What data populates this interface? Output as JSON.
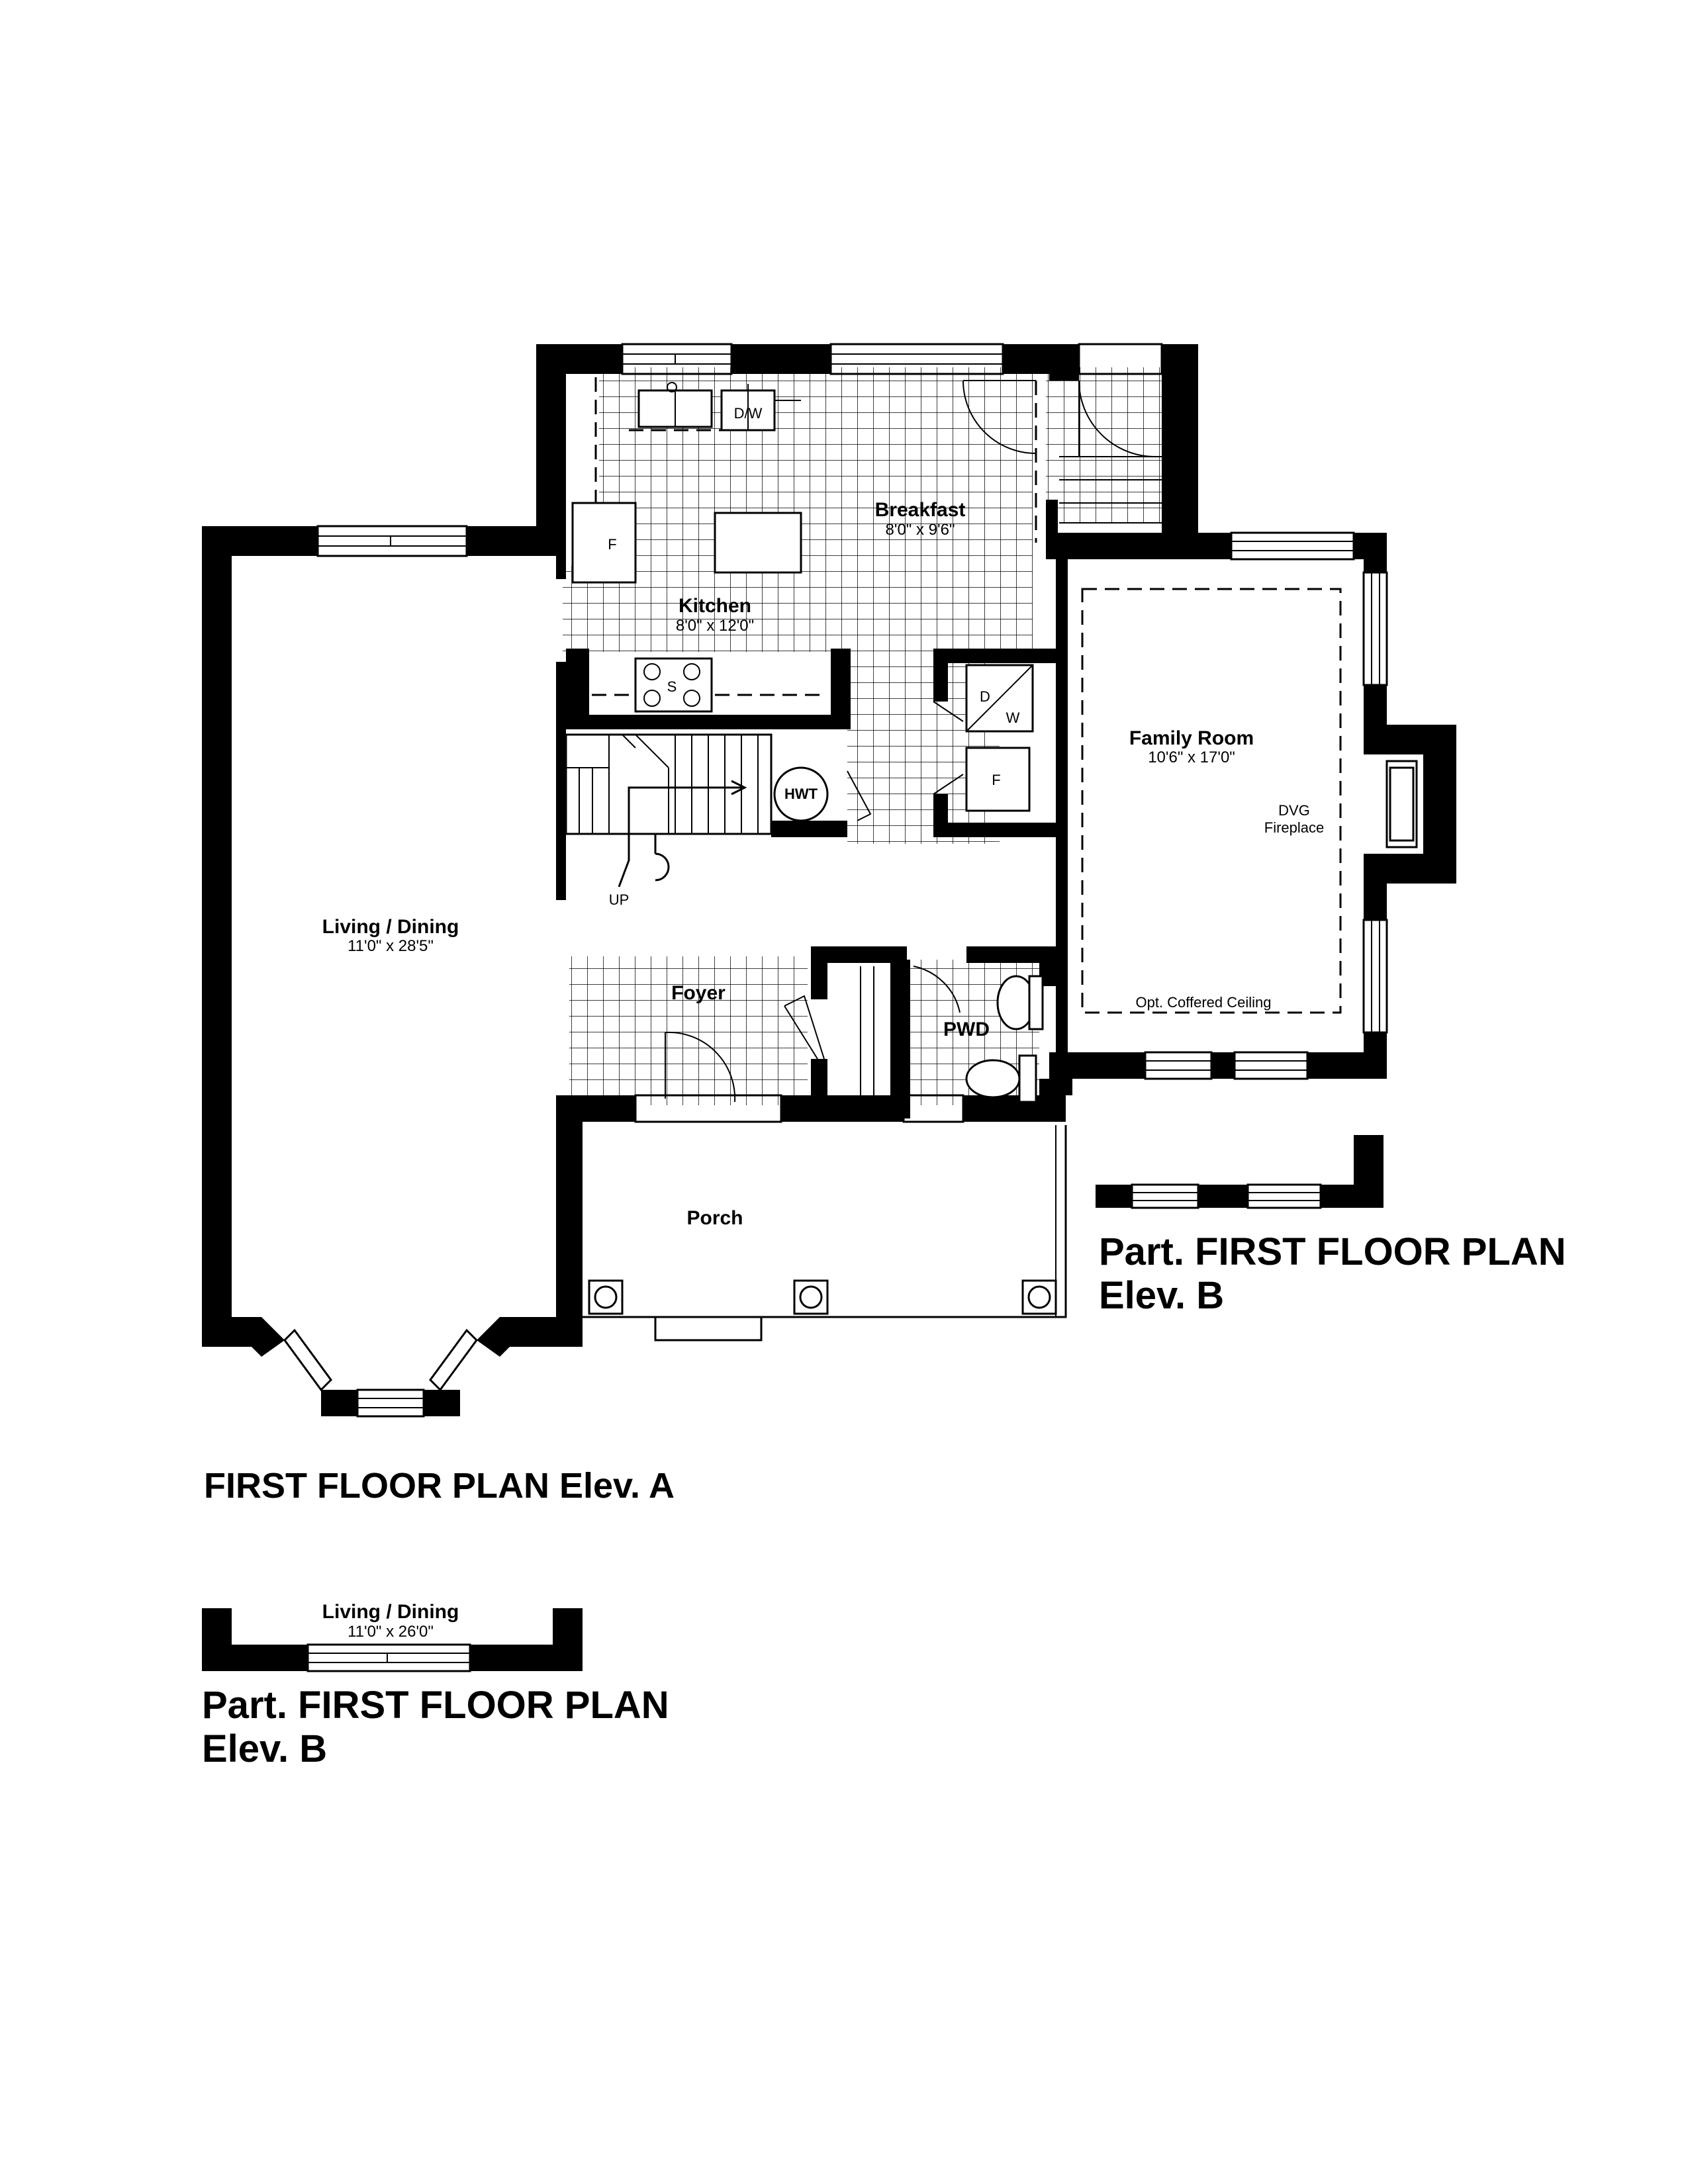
{
  "rooms": {
    "breakfast": {
      "name": "Breakfast",
      "dim": "8'0\" x 9'6\""
    },
    "kitchen": {
      "name": "Kitchen",
      "dim": "8'0\" x 12'0\""
    },
    "family_room": {
      "name": "Family Room",
      "dim": "10'6\" x 17'0\""
    },
    "living_dining": {
      "name": "Living / Dining",
      "dim": "11'0\" x 28'5\""
    },
    "foyer": {
      "name": "Foyer"
    },
    "pwd": {
      "name": "PWD"
    },
    "porch": {
      "name": "Porch"
    }
  },
  "fixtures": {
    "dishwasher": "D/W",
    "fridge": "F",
    "stove": "S",
    "hot_water_tank": "HWT",
    "dryer": "D",
    "washer": "W",
    "laundry_f": "F",
    "stairs_up": "UP",
    "fireplace_line1": "DVG",
    "fireplace_line2": "Fireplace",
    "ceiling_note": "Opt. Coffered Ceiling"
  },
  "alt_living": {
    "name": "Living / Dining",
    "dim": "11'0\" x 26'0\""
  },
  "titles": {
    "main": "FIRST FLOOR PLAN  Elev. A",
    "part_right_line1": "Part. FIRST FLOOR PLAN",
    "part_right_line2": "Elev. B",
    "part_left_line1": "Part. FIRST FLOOR PLAN",
    "part_left_line2": "Elev. B"
  }
}
